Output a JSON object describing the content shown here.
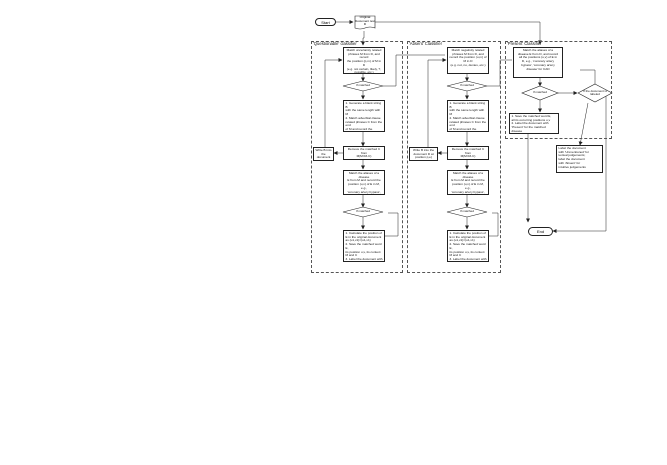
{
  "start": "Start",
  "end": "End",
  "original_document": "Original\nDocument text D",
  "questionable": {
    "title": "'Questionable' classifier",
    "match": "Match uncertainty related\nphrases M from D, and record\nthe position (p,m) of M in D\n(e.g. not certain, likely, ?,\npossible, etc.)",
    "decision": "If matched",
    "generate": "1. Generate a blank string B\nwith the same length with M\n2. Match adverbial clause\nrelated phrases C from the end\nof M and record the position\n(s,e) of C in M\n(e.g., because, given, due to,\netc.)",
    "remove": "Remove the matched C from\nM(M=M-C)\nWrite C into B at the position\ns,e)",
    "write": "Write B into\nthe document D at\nposition p,e)",
    "match_disease": "Match the aliases of a disease\nE from M and record the\nposition (u,v) of E in M, e.g.,\n'coronary artery bypass',\n'coronary artery disease' for\nCAD",
    "decision2": "If matched",
    "calculate": "1. Calculate the position of\nE in the original document\nas (u1,v1)=(u1,v1)\n2. Save the matched word E,\nits position u,v, its context\nM and C\n3. Label the document with\n'Questionable' for the\nmatched disease"
  },
  "absent": {
    "title": "'Absent' Classifier",
    "match": "Match negativity related\nphrases M from D, and\nrecord the position (u,m) of\nM in D\n(e.g. not, no, denies, etc.)",
    "decision": "If matched",
    "generate": "1. Generate a blank string B\nwith the same length with M\n2. Match adverbial clause\nrelated phrases C from the end\nof M and record the position\n(s,e) of C in M\n(e.g., because, given, due to,\netc.)",
    "remove": "Remove the matched C from\nM(M=M-C)\nWrite C into B at the position\ns,e)",
    "write": "Write B into the\ndocument D at\nposition p,e)",
    "match_disease": "Match the aliases of a disease\nE from M and record the\nposition (u,v) of E in M, e.g.,\n'coronary artery bypass',\n'coronary artery disease' for\nCAD",
    "decision2": "If matched",
    "calculate": "1. Calculate the position of\nE in the original document\nas (u1,v1)=(u1,v1)\n2. Save the matched word E,\nits position u,v, its context\nM and C\n3. Label the document with\n'Absent' for the matched\ndisease"
  },
  "present": {
    "title": "'Present' Classifier",
    "match": "Match the aliases of a\ndisease E from D, and record\nall the positions (u,v) of E in\nD, e.g., 'coronary artery\nbypass', 'coronary artery\ndisease' for CAD",
    "decision": "If matched",
    "decision_no": "If the\ndocument is\nlabeled",
    "save": "1. Save the matched word E,\nall its occurring positions u,v\n2. Label the document with\n'Present' for the matched\ndisease",
    "label_unmentioned": "Label the document\nwith 'Unmentioned' for\ntextual judgements;\nlabel the document\nwith 'Absent' for\nintuitive judgements"
  }
}
